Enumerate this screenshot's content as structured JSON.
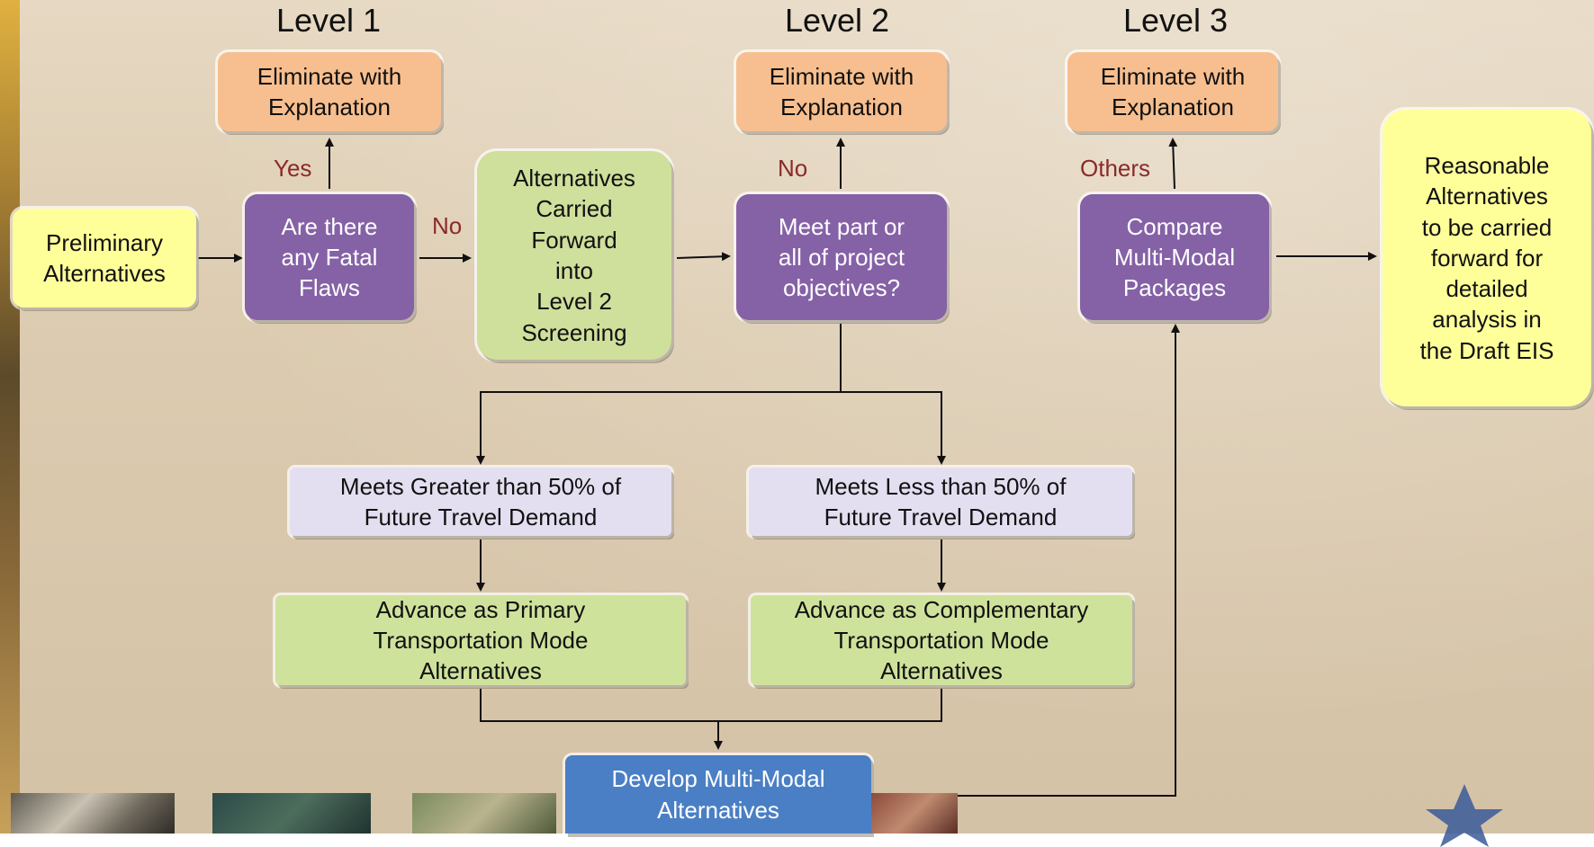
{
  "levels": [
    "Level 1",
    "Level 2",
    "Level 3"
  ],
  "eliminate": {
    "l1": "Eliminate with\nExplanation",
    "l2": "Eliminate with\nExplanation",
    "l3": "Eliminate with\nExplanation"
  },
  "branches": {
    "yes": "Yes",
    "no1": "No",
    "no2": "No",
    "others": "Others"
  },
  "nodes": {
    "preliminary": "Preliminary\nAlternatives",
    "fatal_flaws": "Are there\nany Fatal\nFlaws",
    "carried_forward": "Alternatives\nCarried\nForward\ninto\nLevel 2\nScreening",
    "meet_objectives": "Meet part or\nall of project\nobjectives?",
    "compare": "Compare\nMulti-Modal\nPackages",
    "reasonable": "Reasonable\nAlternatives\nto be carried\nforward for\ndetailed\nanalysis in\nthe Draft EIS",
    "meets_greater": "Meets Greater than 50% of\nFuture Travel Demand",
    "meets_less": "Meets Less than 50% of\nFuture Travel Demand",
    "advance_primary": "Advance as Primary\nTransportation Mode\nAlternatives",
    "advance_complementary": "Advance as  Complementary\nTransportation Mode\nAlternatives",
    "develop": "Develop Multi-Modal\nAlternatives"
  },
  "colors": {
    "orange": "#f7bf8f",
    "purple": "#8561a6",
    "light_green": "#cfdf9c",
    "yellow": "#ffff9a",
    "lavender": "#e3dff0",
    "blue": "#4a7fc5",
    "branch_label": "#8a2a2a"
  }
}
